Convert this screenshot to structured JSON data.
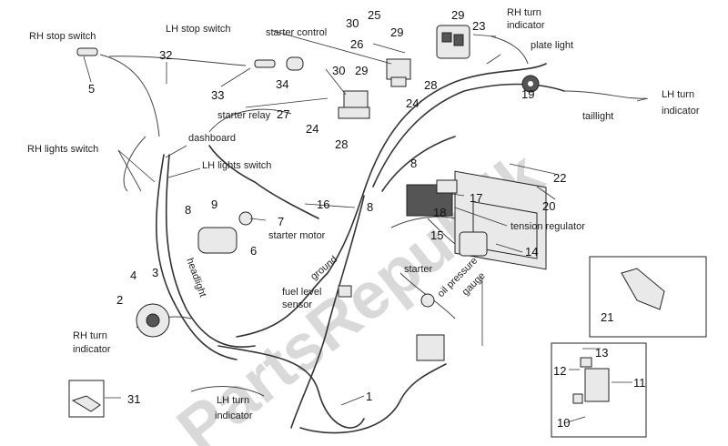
{
  "watermark": "PartsRepublik",
  "labels": {
    "rh_stop_switch": "RH stop switch",
    "lh_stop_switch": "LH stop switch",
    "starter_control": "starter control",
    "rh_turn_indicator_top_1": "RH turn",
    "rh_turn_indicator_top_2": "indicator",
    "plate_light": "plate light",
    "lh_turn_indicator_right_1": "LH turn",
    "lh_turn_indicator_right_2": "indicator",
    "taillight": "taillight",
    "starter_relay": "starter relay",
    "dashboard": "dashboard",
    "rh_lights_switch": "RH lights switch",
    "lh_lights_switch": "LH lights switch",
    "tension_regulator": "tension regulator",
    "starter_motor": "starter motor",
    "ground": "ground",
    "starter": "starter",
    "headlight": "headlight",
    "fuel_level_sensor_1": "fuel level",
    "fuel_level_sensor_2": "sensor",
    "oil_pressure_gauge_1": "oil pressure",
    "oil_pressure_gauge_2": "gauge",
    "rh_turn_indicator_left_1": "RH turn",
    "rh_turn_indicator_left_2": "indicator",
    "lh_turn_indicator_bottom_1": "LH turn",
    "lh_turn_indicator_bottom_2": "indicator"
  },
  "numbers": {
    "n1": "1",
    "n2": "2",
    "n3": "3",
    "n4": "4",
    "n5": "5",
    "n6": "6",
    "n7": "7",
    "n8a": "8",
    "n8b": "8",
    "n8c": "8",
    "n9": "9",
    "n10": "10",
    "n11": "11",
    "n12": "12",
    "n13": "13",
    "n14": "14",
    "n15": "15",
    "n16": "16",
    "n17": "17",
    "n18": "18",
    "n19": "19",
    "n20": "20",
    "n21": "21",
    "n22": "22",
    "n23": "23",
    "n24a": "24",
    "n24b": "24",
    "n25": "25",
    "n26": "26",
    "n27": "27",
    "n28a": "28",
    "n28b": "28",
    "n29a": "29",
    "n29b": "29",
    "n29c": "29",
    "n30a": "30",
    "n30b": "30",
    "n31": "31",
    "n32": "32",
    "n33": "33",
    "n34": "34"
  }
}
